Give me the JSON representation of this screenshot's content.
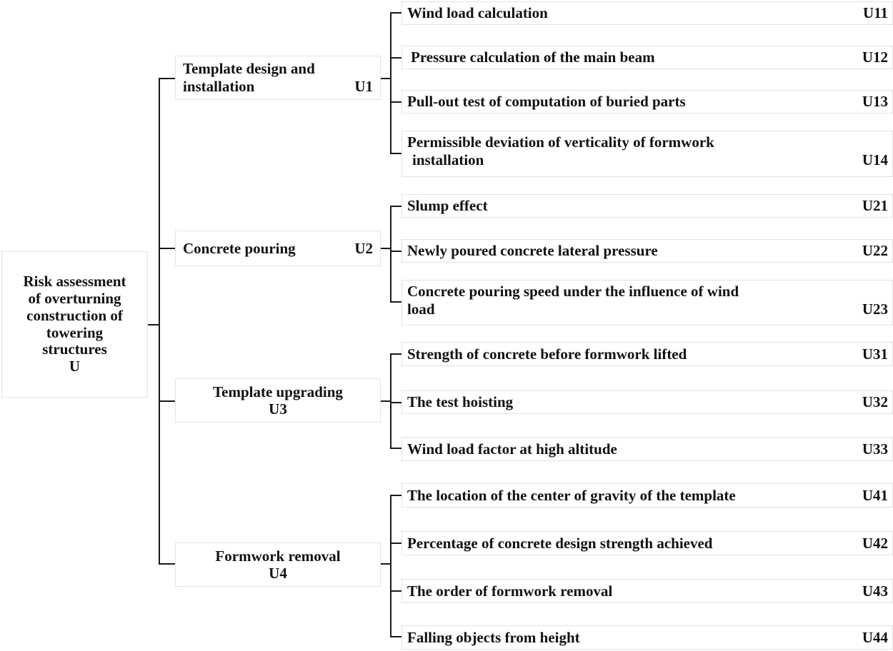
{
  "diagram": {
    "type": "hierarchy-tree",
    "orientation": "left-to-right",
    "title_node": {
      "label": "Risk assessment of overturning construction of towering structures",
      "code": "U",
      "lines": [
        "Risk assessment",
        "of overturning",
        "construction of",
        "towering",
        "structures",
        "U"
      ]
    },
    "colors": {
      "line": "#1a1a1a",
      "box_border": "#e3e3e3",
      "background": "#ffffff",
      "text": "#111111"
    },
    "branches": [
      {
        "label": "Template design and installation",
        "label_lines": [
          "Template design and",
          "installation"
        ],
        "code": "U1",
        "leaves": [
          {
            "label": "Wind load calculation",
            "code": "U11"
          },
          {
            "label": "Pressure calculation of  the main beam",
            "code": "U12"
          },
          {
            "label": "Pull-out test of computation of buried parts",
            "code": "U13"
          },
          {
            "label": "Permissible deviation of verticality of formwork installation",
            "code": "U14",
            "line1": "Permissible deviation of verticality of formwork",
            "line2": "installation"
          }
        ]
      },
      {
        "label": "Concrete pouring",
        "code": "U2",
        "leaves": [
          {
            "label": "Slump effect",
            "code": "U21"
          },
          {
            "label": "Newly poured concrete lateral pressure",
            "code": "U22"
          },
          {
            "label": "Concrete pouring speed under the influence of wind load",
            "code": "U23",
            "line1": "Concrete pouring speed under the influence of wind",
            "line2": "load"
          }
        ]
      },
      {
        "label": "Template upgrading",
        "code": "U3",
        "leaves": [
          {
            "label": "Strength of concrete before formwork lifted",
            "code": "U31"
          },
          {
            "label": "The test hoisting",
            "code": "U32"
          },
          {
            "label": "Wind load factor at high altitude",
            "code": "U33"
          }
        ]
      },
      {
        "label": "Formwork removal",
        "code": "U4",
        "leaves": [
          {
            "label": "The location of the center of gravity of the template",
            "code": "U41"
          },
          {
            "label": "Percentage of concrete design strength achieved",
            "code": "U42"
          },
          {
            "label": "The order of formwork removal",
            "code": "U43"
          },
          {
            "label": "Falling objects from height",
            "code": "U44"
          }
        ]
      }
    ]
  }
}
